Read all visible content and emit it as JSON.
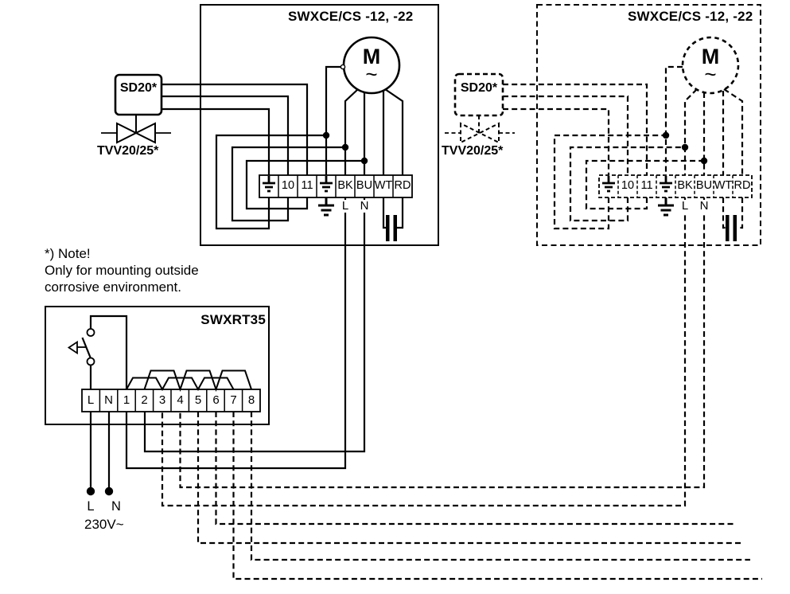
{
  "left_unit": {
    "title": "SWXCE/CS -12, -22",
    "motor_label": "M",
    "motor_phase": "~",
    "terminals": {
      "t10": "10",
      "t11": "11",
      "bk": "BK",
      "bu": "BU",
      "wt": "WT",
      "rd": "RD"
    },
    "below": {
      "l": "L",
      "n": "N"
    },
    "icons": {
      "ground": "earth-ground",
      "capacitor": "motor-capacitor",
      "motor": "ac-motor"
    }
  },
  "right_unit": {
    "title": "SWXCE/CS -12, -22",
    "motor_label": "M",
    "motor_phase": "~",
    "terminals": {
      "t10": "10",
      "t11": "11",
      "bk": "BK",
      "bu": "BU",
      "wt": "WT",
      "rd": "RD"
    },
    "below": {
      "l": "L",
      "n": "N"
    },
    "icons": {
      "ground": "earth-ground",
      "capacitor": "motor-capacitor",
      "motor": "ac-motor"
    }
  },
  "sd20_left": {
    "label": "SD20*",
    "valve_label": "TVV20/25*",
    "icon": "valve"
  },
  "sd20_right": {
    "label": "SD20*",
    "valve_label": "TVV20/25*",
    "icon": "valve"
  },
  "note": {
    "line1": "*) Note!",
    "line2": "Only for mounting outside",
    "line3": "corrosive environment."
  },
  "thermostat": {
    "title": "SWXRT35",
    "terminals": {
      "l": "L",
      "n": "N",
      "t1": "1",
      "t2": "2",
      "t3": "3",
      "t4": "4",
      "t5": "5",
      "t6": "6",
      "t7": "7",
      "t8": "8"
    },
    "icons": {
      "switch": "thermostat-switch",
      "winding": "transformer-winding"
    }
  },
  "power": {
    "l": "L",
    "n": "N",
    "voltage": "230V~"
  },
  "colors": {
    "ink": "#000000",
    "background": "#ffffff"
  }
}
